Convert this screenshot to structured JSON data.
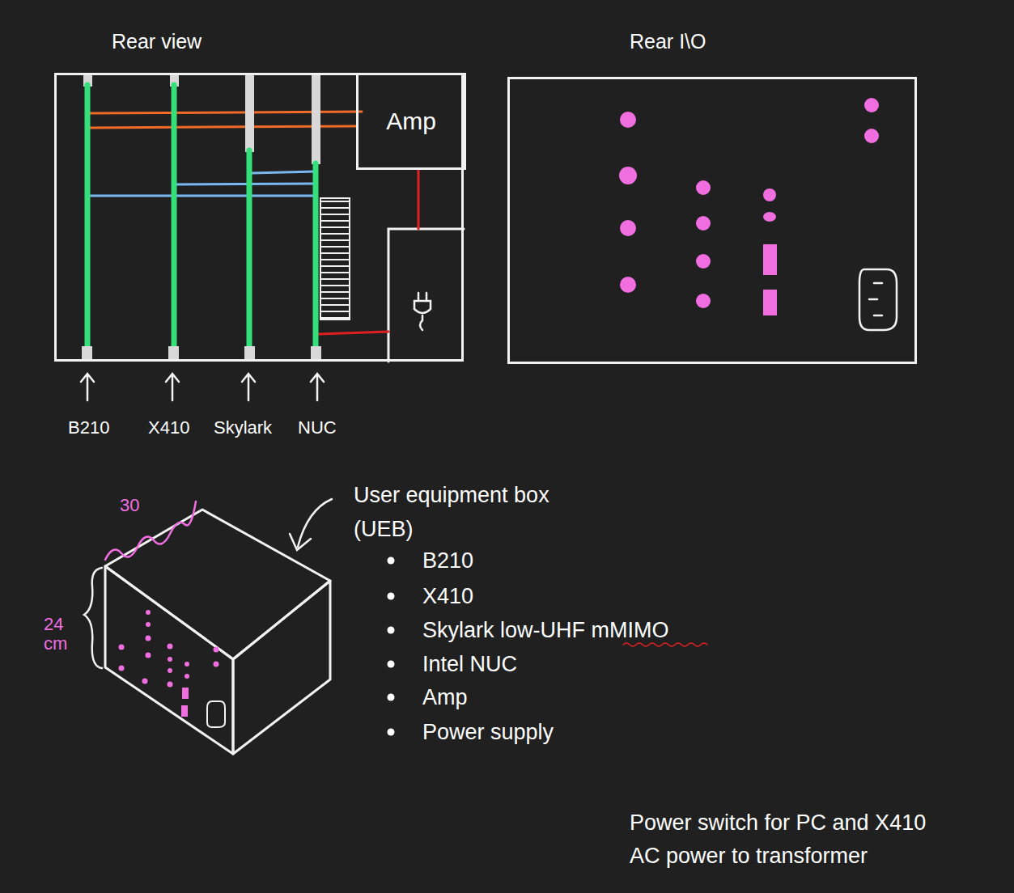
{
  "diagram": {
    "nodes": [
      {
        "text": [
          "Rear view"
        ]
      },
      {
        "text": [
          "Amp"
        ],
        "in": 0
      },
      {
        "text": [
          "Rear I\\O"
        ]
      }
    ],
    "labels": [
      "B210",
      "X410",
      "Skylark",
      "NUC",
      "30",
      "24 cm",
      "User equipment box (UEB)",
      "B210",
      "X410",
      "Skylark low-UHF mMIMO",
      "Intel NUC",
      "Amp",
      "Power supply",
      "Power switch for PC and X410",
      "AC power to transformer"
    ]
  }
}
